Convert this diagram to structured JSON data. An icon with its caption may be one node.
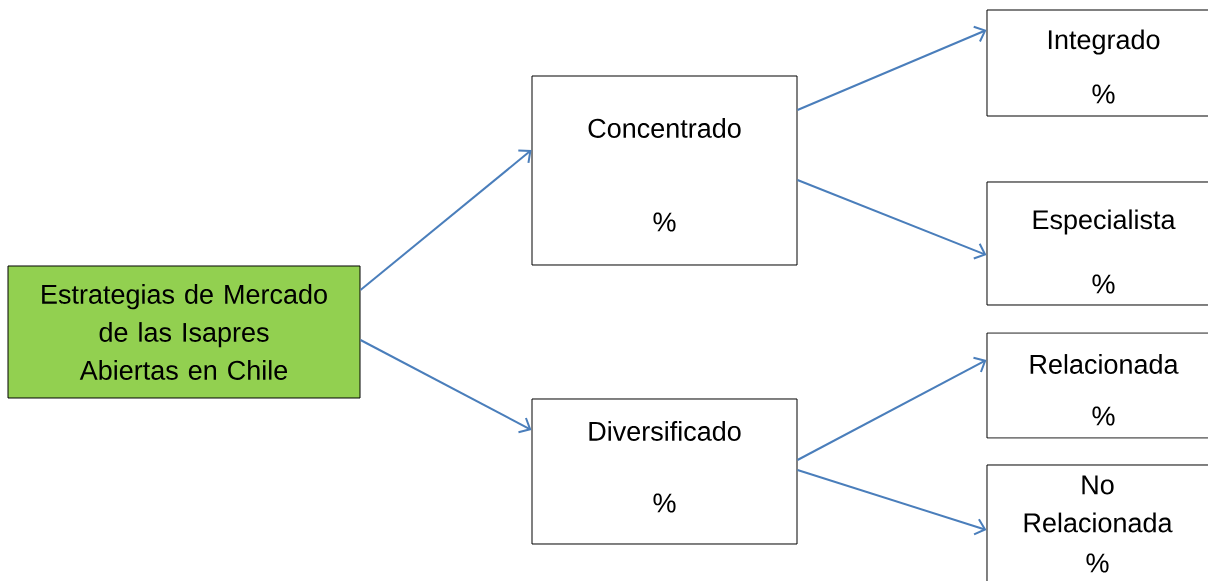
{
  "diagram": {
    "nodes": [
      {
        "text": [
          "Estrategias de Mercado de las Isapres Abiertas en Chile"
        ]
      },
      {
        "text": [
          "Concentrado",
          "%"
        ]
      },
      {
        "text": [
          "Diversificado",
          "%"
        ]
      },
      {
        "text": [
          "Integrado",
          "%"
        ]
      },
      {
        "text": [
          "Especialista",
          "%"
        ]
      },
      {
        "text": [
          "Relacionada",
          "%"
        ]
      },
      {
        "text": [
          "No Relacionada",
          "%"
        ]
      }
    ],
    "edges": [
      {
        "from": 0,
        "to": 1,
        "arrow": "to"
      },
      {
        "from": 0,
        "to": 2,
        "arrow": "to"
      },
      {
        "from": 1,
        "to": 3,
        "arrow": "to"
      },
      {
        "from": 1,
        "to": 4,
        "arrow": "to"
      },
      {
        "from": 2,
        "to": 5,
        "arrow": "to"
      },
      {
        "from": 2,
        "to": 6,
        "arrow": "to"
      }
    ]
  }
}
